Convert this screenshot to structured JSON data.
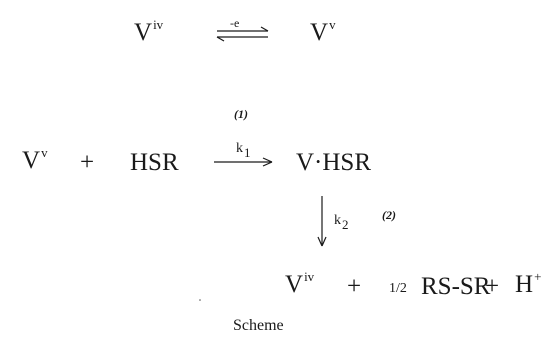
{
  "eq1": {
    "left": {
      "base": "V",
      "sup": "iv"
    },
    "arrow_label": "-e",
    "right": {
      "base": "V",
      "sup": "v"
    }
  },
  "step1_label": "(1)",
  "eq2": {
    "reactant1": {
      "base": "V",
      "sup": "v"
    },
    "plus": "+",
    "reactant2": "HSR",
    "rate": {
      "base": "k",
      "sub": "1"
    },
    "product": "V·HSR"
  },
  "step2_label": "(2)",
  "step2_rate": {
    "base": "k",
    "sub": "2"
  },
  "eq3": {
    "p1": {
      "base": "V",
      "sup": "iv"
    },
    "plus1": "+",
    "coef": "1/2",
    "p2": "RS-SR",
    "plus2": "+",
    "p3": {
      "base": "H",
      "sup": "+"
    }
  },
  "caption": "Scheme"
}
